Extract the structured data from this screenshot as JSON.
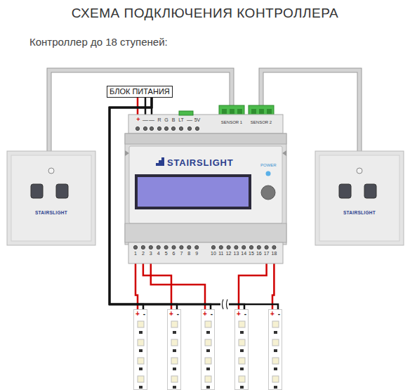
{
  "diagram": {
    "title": "СХЕМА ПОДКЛЮЧЕНИЯ КОНТРОЛЛЕРА",
    "nodes": [
      {
        "text": [
          "БЛОК ПИТАНИЯ"
        ]
      },
      {
        "text": [
          "STAIRSLIGHT"
        ]
      },
      {
        "text": [
          "STAIRSLIGHT",
          "POWER"
        ]
      },
      {
        "text": [
          "STAIRSLIGHT"
        ]
      },
      {
        "text": [
          "+",
          "-"
        ]
      },
      {
        "text": [
          "+",
          "-"
        ]
      },
      {
        "text": [
          "+",
          "-"
        ]
      },
      {
        "text": [
          "+",
          "-"
        ]
      },
      {
        "text": [
          "+",
          "-"
        ]
      }
    ],
    "edges": [
      {
        "from": 0,
        "to": 2,
        "arrow": "none"
      },
      {
        "from": 1,
        "to": 2,
        "arrow": "none"
      },
      {
        "from": 3,
        "to": 2,
        "arrow": "none"
      },
      {
        "from": 2,
        "to": 4,
        "arrow": "none"
      },
      {
        "from": 2,
        "to": 5,
        "arrow": "none"
      },
      {
        "from": 2,
        "to": 6,
        "arrow": "none"
      },
      {
        "from": 2,
        "to": 7,
        "arrow": "none"
      },
      {
        "from": 2,
        "to": 8,
        "arrow": "none"
      },
      {
        "from": 0,
        "to": 4,
        "arrow": "none"
      },
      {
        "from": 0,
        "to": 5,
        "arrow": "none"
      },
      {
        "from": 0,
        "to": 6,
        "arrow": "none"
      },
      {
        "from": 0,
        "to": 7,
        "arrow": "none"
      },
      {
        "from": 0,
        "to": 8,
        "arrow": "none"
      }
    ],
    "labels": [
      "Контроллер до 18 ступеней:",
      "+",
      "—",
      "—",
      "R",
      "G",
      "B",
      "LT",
      "—",
      "5V",
      "SENSOR 1",
      "SENSOR 2",
      "1",
      "2",
      "3",
      "4",
      "5",
      "6",
      "7",
      "8",
      "9",
      "10",
      "11",
      "12",
      "13",
      "14",
      "15",
      "16",
      "17",
      "18"
    ]
  }
}
